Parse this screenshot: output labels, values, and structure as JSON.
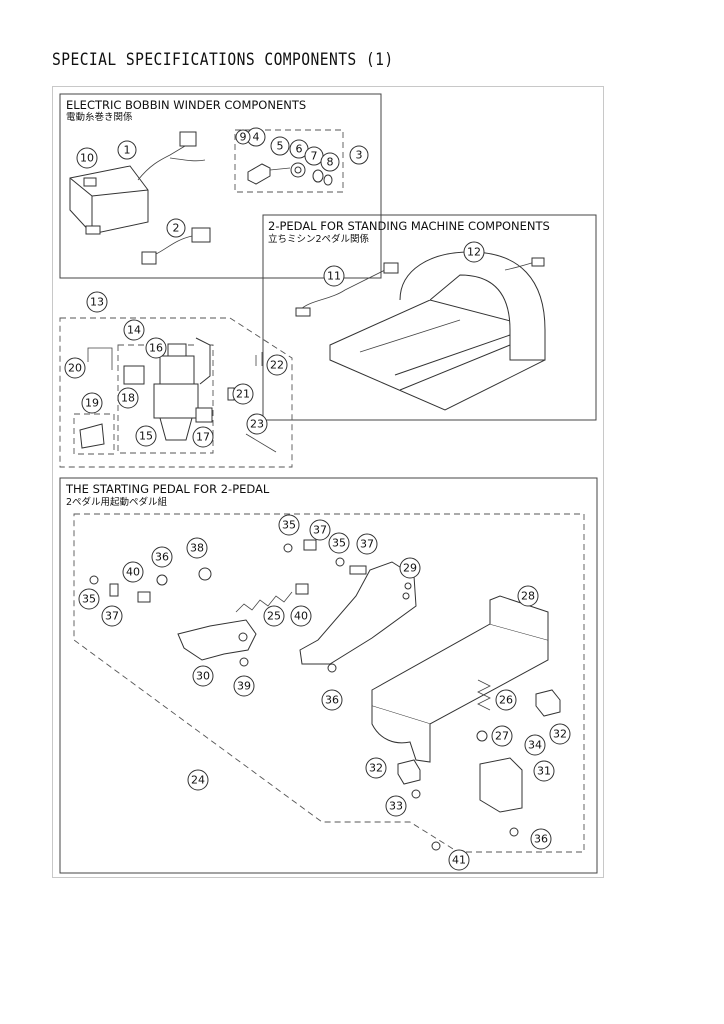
{
  "page_title": "SPECIAL SPECIFICATIONS COMPONENTS (1)",
  "sections": {
    "bobbin": {
      "title": "ELECTRIC BOBBIN WINDER COMPONENTS",
      "subtitle": "電動糸巻き関係"
    },
    "two_pedal": {
      "title": "2-PEDAL FOR STANDING MACHINE COMPONENTS",
      "subtitle": "立ちミシン2ペダル関係"
    },
    "starting": {
      "title": "THE STARTING PEDAL FOR 2-PEDAL",
      "subtitle": "2ペダル用起動ペダル組"
    }
  },
  "callouts": {
    "c1": "1",
    "c2": "2",
    "c3": "3",
    "c4": "4",
    "c5": "5",
    "c6": "6",
    "c7": "7",
    "c8": "8",
    "c9": "9",
    "c10": "10",
    "c11": "11",
    "c12": "12",
    "c13": "13",
    "c14": "14",
    "c15": "15",
    "c16": "16",
    "c17": "17",
    "c18": "18",
    "c19": "19",
    "c20": "20",
    "c21": "21",
    "c22": "22",
    "c23": "23",
    "c24": "24",
    "c25": "25",
    "c26": "26",
    "c27": "27",
    "c28": "28",
    "c29": "29",
    "c30": "30",
    "c31": "31",
    "c32": "32",
    "c33": "33",
    "c34": "34",
    "c35": "35",
    "c36": "36",
    "c37": "37",
    "c38": "38",
    "c39": "39",
    "c40": "40",
    "c41": "41"
  }
}
